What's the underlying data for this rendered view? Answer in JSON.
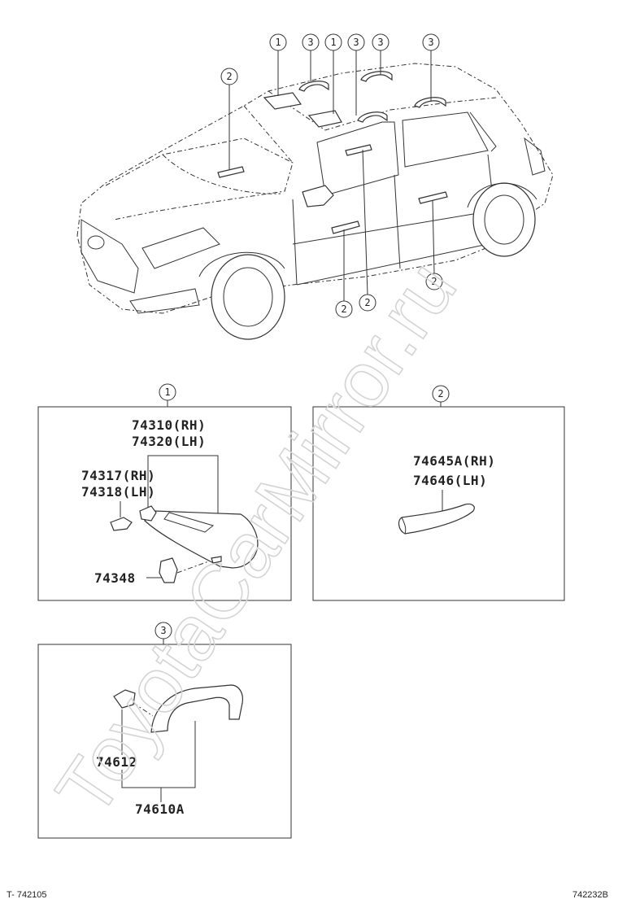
{
  "watermark": "ToyotaCarMirror.ru",
  "callouts": {
    "c1": "1",
    "c2": "2",
    "c3": "3"
  },
  "panel1": {
    "label": "1",
    "parts": [
      "74310(RH)",
      "74320(LH)",
      "74317(RH)",
      "74318(LH)",
      "74348"
    ]
  },
  "panel2": {
    "label": "2",
    "parts": [
      "74645A(RH)",
      "74646(LH)"
    ]
  },
  "panel3": {
    "label": "3",
    "parts": [
      "74612",
      "74610A"
    ]
  },
  "footer": {
    "left": "T- 742105",
    "right": "742232B"
  }
}
